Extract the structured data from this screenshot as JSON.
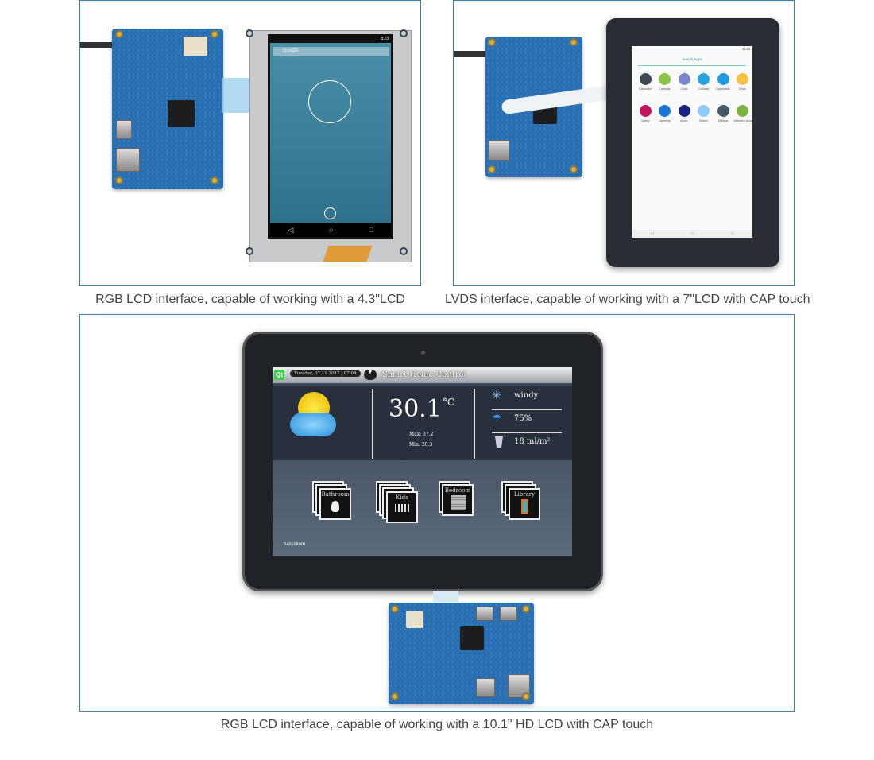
{
  "panels": [
    {
      "caption": "RGB LCD interface, capable of working with a 4.3\"LCD",
      "screen": {
        "status_time": "8:23",
        "search_placeholder": "Google",
        "nav": [
          "◁",
          "○",
          "□"
        ]
      }
    },
    {
      "caption": "LVDS interface, capable of working with a 7\"LCD with CAP touch",
      "screen": {
        "status_time": "12:24",
        "search_label": "Search Apps",
        "apps": [
          {
            "label": "Calculator",
            "color": "#3a4a55"
          },
          {
            "label": "Calendar",
            "color": "#8bc34a"
          },
          {
            "label": "Clock",
            "color": "#7986cb"
          },
          {
            "label": "Contacts",
            "color": "#29a3e0"
          },
          {
            "label": "Downloads",
            "color": "#1e9be0"
          },
          {
            "label": "Email",
            "color": "#f5c242"
          },
          {
            "label": "Gallery",
            "color": "#c2185b"
          },
          {
            "label": "Lightning",
            "color": "#1976d2"
          },
          {
            "label": "Music",
            "color": "#1a237e"
          },
          {
            "label": "Search",
            "color": "#90caf9"
          },
          {
            "label": "Settings",
            "color": "#455a64"
          },
          {
            "label": "Webview Brow..",
            "color": "#7cb342"
          }
        ],
        "nav": [
          "◁",
          "○",
          "□"
        ]
      }
    },
    {
      "caption": "RGB LCD interface, capable of working with a 10.1\" HD LCD with CAP touch",
      "screen": {
        "logo": "Qt",
        "datetime": "Tuesday, 07.11.2017 | 07:04",
        "title": "Smart Home Control",
        "temperature": "30.1",
        "unit": "°C",
        "max": "Max: 37.2",
        "min": "Min: 20.3",
        "wind": "windy",
        "humidity": "75%",
        "rain": "18 ml/m²",
        "rooms": [
          "Bathroom",
          "Kids",
          "Bedroom",
          "Library"
        ],
        "brand": "basyskom"
      }
    }
  ]
}
